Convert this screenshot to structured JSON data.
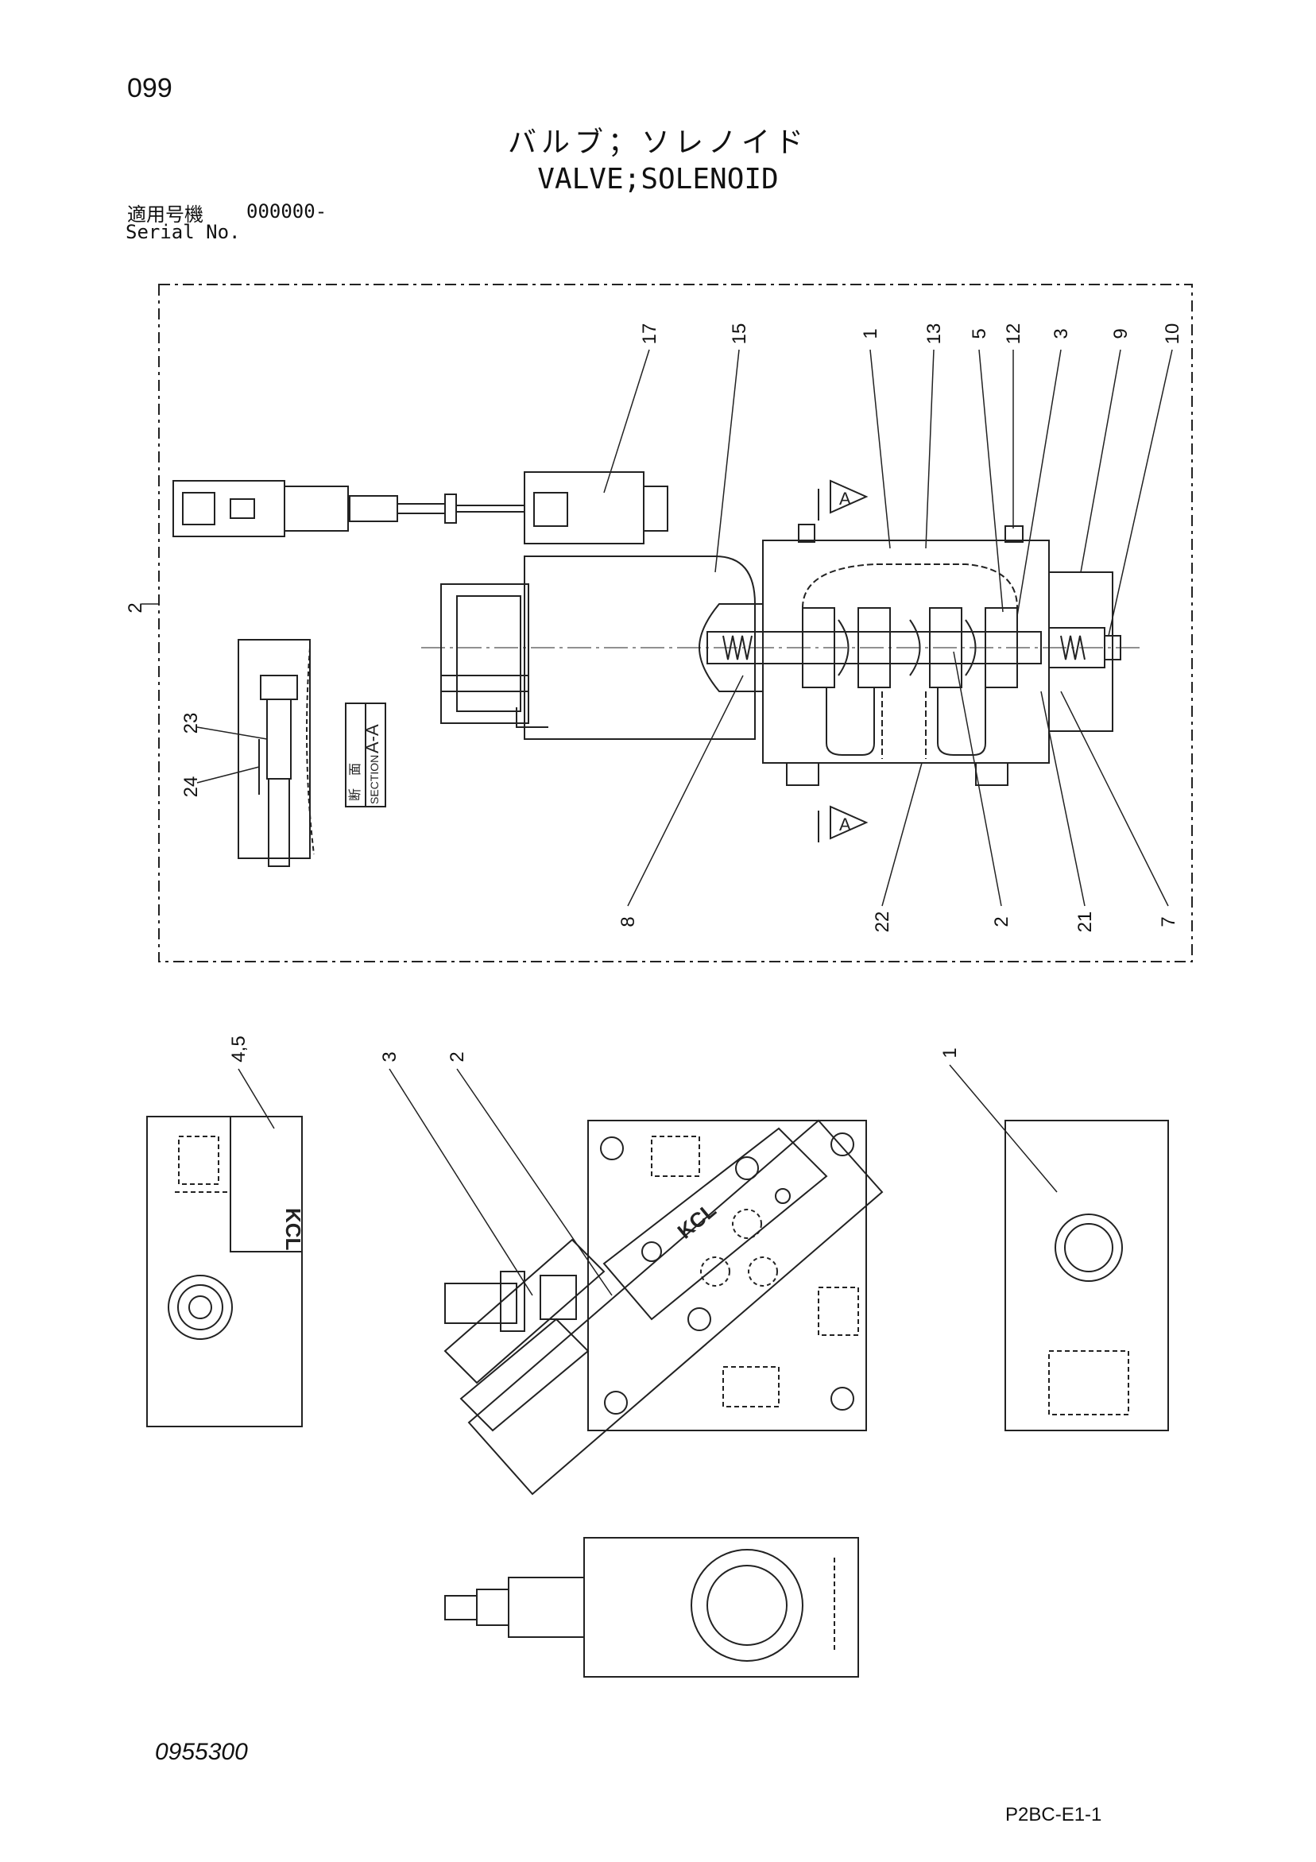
{
  "header": {
    "page_number": "099",
    "title_jp": "バルブ；ソレノイド",
    "title_en": "VALVE;SOLENOID",
    "serial_label_jp": "適用号機",
    "serial_value": "000000-",
    "serial_label_en": "Serial No."
  },
  "section_diagram": {
    "section_marker": "A",
    "section_label_jp": "断　面",
    "section_label_en": "SECTION",
    "section_name": "A-A",
    "callouts": [
      "17",
      "15",
      "1",
      "13",
      "5",
      "12",
      "3",
      "9",
      "10",
      "2",
      "23",
      "24",
      "8",
      "22",
      "2",
      "21",
      "7"
    ]
  },
  "views": {
    "callouts": [
      "4,5",
      "3",
      "2",
      "1"
    ],
    "brand_mark": "KCL"
  },
  "footer": {
    "drawing_number": "0955300",
    "page_code": "P2BC-E1-1"
  }
}
